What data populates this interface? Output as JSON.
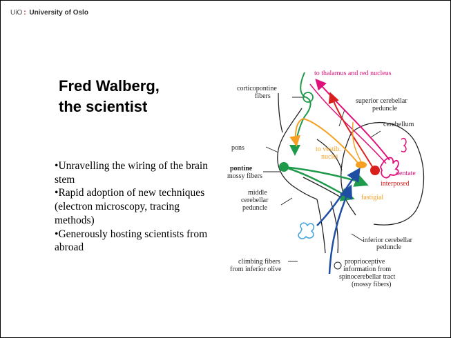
{
  "header": {
    "logo_prefix": "UiO",
    "logo_separator": ":",
    "logo_text": "University of Oslo"
  },
  "title": {
    "line1": "Fred Walberg,",
    "line2": "the scientist"
  },
  "bullets": [
    "Unravelling the wiring of the brain stem",
    "Rapid adoption of new techniques (electron microscopy, tracing methods)",
    "Generously hosting scientists from abroad"
  ],
  "diagram": {
    "labels": {
      "to_thalamus": "to thalamus and red nucleus",
      "corticopontine_1": "corticopontine",
      "corticopontine_2": "fibers",
      "superior_1": "superior cerebellar",
      "superior_2": "peduncle",
      "cerebellum": "cerebellum",
      "pons": "pons",
      "to_vestib_1": "to vestib.",
      "to_vestib_2": "nuclei",
      "dentate": "dentate",
      "pontine_1": "pontine",
      "pontine_2": "mossy fibers",
      "interposed": "interposed",
      "middle_1": "middle",
      "middle_2": "cerebellar",
      "middle_3": "peduncle",
      "fastigial": "fastigial",
      "inferior_1": "inferior cerebellar",
      "inferior_2": "peduncle",
      "climbing_1": "climbing fibers",
      "climbing_2": "from inferior olive",
      "proprio_1": "proprioceptive",
      "proprio_2": "information from",
      "proprio_3": "spinocerebellar tract",
      "proprio_4": "(mossy fibers)"
    },
    "colors": {
      "magenta": "#e0107a",
      "red": "#d9201e",
      "orange": "#f5a023",
      "green": "#1e9a4a",
      "blue": "#1f4ea3",
      "lightblue": "#4aa6d8",
      "outline": "#222222"
    }
  }
}
